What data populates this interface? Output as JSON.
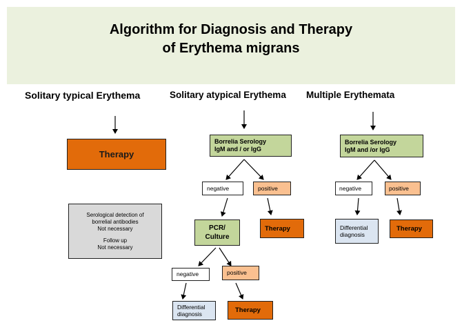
{
  "title": {
    "line1": "Algorithm for Diagnosis and Therapy",
    "line2": "of Erythema migrans"
  },
  "columns": {
    "solitary_typical": "Solitary  typical Erythema",
    "solitary_atypical": "Solitary atypical Erythema",
    "multiple": "Multiple Erythemata"
  },
  "left": {
    "therapy": "Therapy",
    "note": {
      "line1": "Serological detection of",
      "line2": "borrelial antibodies",
      "line3": "Not necessary",
      "line4": "Follow up",
      "line5": "Not necessary"
    }
  },
  "middle": {
    "serology": {
      "line1": "Borrelia Serology",
      "line2": "IgM and / or IgG"
    },
    "negative": "negative",
    "positive": "positive",
    "pcr": {
      "line1": "PCR/",
      "line2": "Culture"
    },
    "therapy": "Therapy",
    "pcr_negative": "negative",
    "pcr_positive": "positive",
    "differential": {
      "line1": "Differential",
      "line2": "diagnosis"
    },
    "therapy2": "Therapy"
  },
  "right": {
    "serology": {
      "line1": "Borrelia Serology",
      "line2": "IgM and /or IgG"
    },
    "negative": "negative",
    "positive": "positive",
    "differential": {
      "line1": "Differential",
      "line2": "diagnosis"
    },
    "therapy": "Therapy"
  },
  "colors": {
    "title_band": "#ebf1de",
    "green": "#c3d69b",
    "orange": "#e26b0a",
    "peach": "#fac090",
    "grey": "#d9d9d9",
    "blue": "#dbe5f1"
  }
}
